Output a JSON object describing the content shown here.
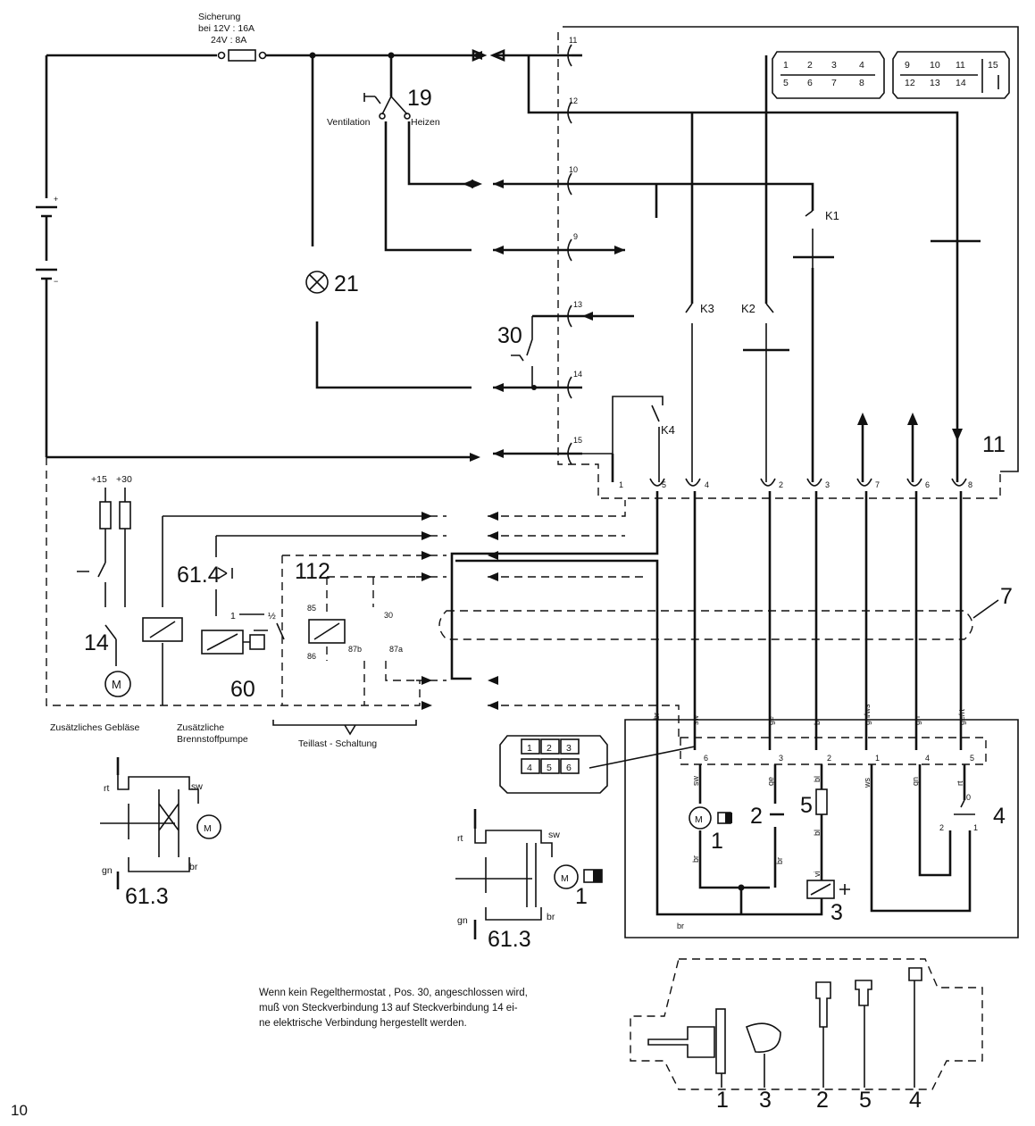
{
  "fuse": {
    "title": "Sicherung",
    "line12": "bei 12V : 16A",
    "line24": "24V : 8A"
  },
  "switch19": {
    "id": "19",
    "ventilation": "Ventilation",
    "heizen": "Heizen"
  },
  "lamp21": {
    "id": "21"
  },
  "thermostat30": {
    "id": "30"
  },
  "control_unit": {
    "id": "11"
  },
  "relays": [
    "K1",
    "K2",
    "K3",
    "K4"
  ],
  "pins_right_top": [
    "11",
    "12",
    "10",
    "9",
    "13",
    "14",
    "15"
  ],
  "pins_bottom": [
    "1",
    "5",
    "4",
    "2",
    "3",
    "7",
    "6",
    "8"
  ],
  "connector_a": [
    "1",
    "2",
    "3",
    "4",
    "5",
    "6",
    "7",
    "8"
  ],
  "connector_b": [
    "9",
    "10",
    "11",
    "15",
    "12",
    "13",
    "14"
  ],
  "supply": {
    "plus15": "+15",
    "plus30": "+30"
  },
  "aux": {
    "item14": "14",
    "item61_4": "61.4",
    "item60": "60",
    "item112": "112",
    "relay_pins": [
      "85",
      "86",
      "30",
      "87b",
      "87a"
    ],
    "switch_pos": [
      "1",
      "½"
    ],
    "motor": "M",
    "cap_blower": "Zusätzliches Gebläse",
    "cap_pump_1": "Zusätzliche",
    "cap_pump_2": "Brennstoffpumpe",
    "cap_partload": "Teillast - Schaltung"
  },
  "harness": {
    "item7": "7",
    "wire_colors": [
      "br",
      "sw",
      "ge",
      "bl",
      "gn/ws",
      "gn",
      "ge/rt"
    ],
    "plug_pins": [
      "6",
      "3",
      "2",
      "1",
      "4",
      "5"
    ]
  },
  "plug_box": [
    "1",
    "2",
    "3",
    "4",
    "5",
    "6"
  ],
  "heater": {
    "items": [
      "1",
      "2",
      "3",
      "4",
      "5"
    ],
    "wire_labels": [
      "sw",
      "ge",
      "bl",
      "ws",
      "gn",
      "rt",
      "br",
      "br",
      "br",
      "bl",
      "vi"
    ],
    "switch4_pos": [
      "0",
      "2",
      "1"
    ]
  },
  "suppressor": {
    "id": "61.3",
    "labels": [
      "rt",
      "sw",
      "gn",
      "br"
    ],
    "motor": "M",
    "motor_id": "1"
  },
  "legend": [
    "1",
    "3",
    "2",
    "5",
    "4"
  ],
  "note_lines": [
    "Wenn kein Regelthermostat , Pos. 30, angeschlossen wird,",
    "muß von Steckverbindung 13 auf Steckverbindung 14 ei-",
    "ne elektrische Verbindung hergestellt werden."
  ],
  "page_number": "10"
}
